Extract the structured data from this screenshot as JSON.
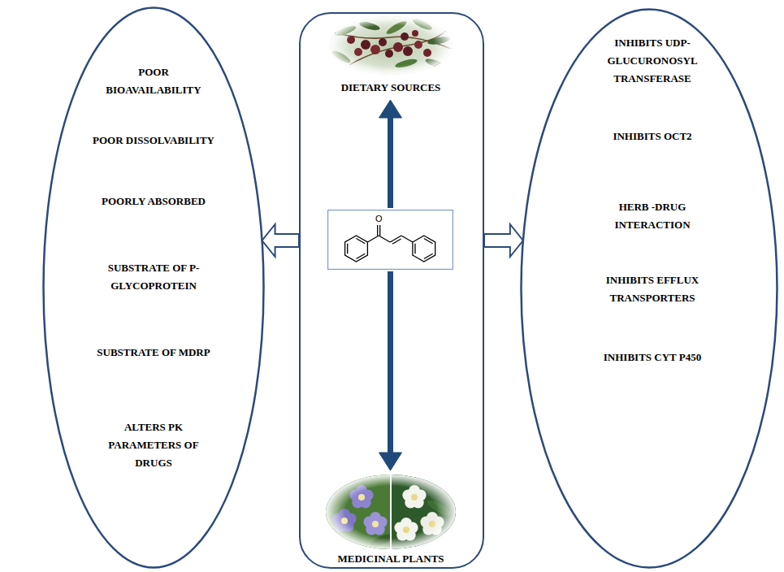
{
  "diagram": {
    "nodes": [
      {
        "text": [
          "POOR BIOAVAILABILITY",
          "POOR DISSOLVABILITY",
          "POORLY ABSORBED",
          "SUBSTRATE OF P- GLYCOPROTEIN",
          "SUBSTRATE OF MDRP",
          "ALTERS PK PARAMETERS OF DRUGS"
        ]
      },
      {
        "text": []
      },
      {
        "text": [
          "DIETARY SOURCES"
        ],
        "in": 1
      },
      {
        "text": [
          "O"
        ],
        "in": 1
      },
      {
        "text": [
          "MEDICINAL PLANTS"
        ],
        "in": 1
      },
      {
        "text": [
          "INHIBITS UDP- GLUCURONOSYL TRANSFERASE",
          "INHIBITS OCT2",
          "HERB -DRUG INTERACTION",
          "INHIBITS EFFLUX TRANSPORTERS",
          "INHIBITS CYT P450"
        ]
      }
    ],
    "edges": [
      {
        "from": 3,
        "to": 2,
        "arrow": "to"
      },
      {
        "from": 3,
        "to": 4,
        "arrow": "to"
      },
      {
        "from": 1,
        "to": 0,
        "arrow": "to"
      },
      {
        "from": 1,
        "to": 5,
        "arrow": "to"
      }
    ]
  }
}
